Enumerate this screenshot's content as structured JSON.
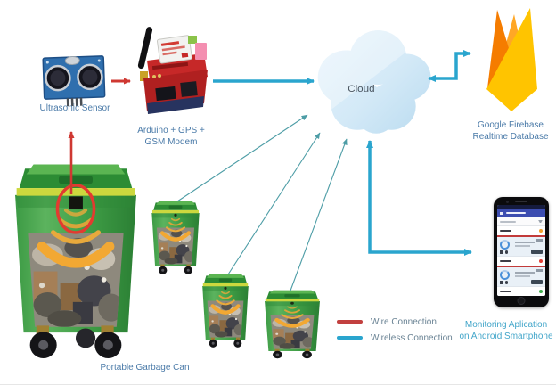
{
  "nodes": {
    "ultrasonic_sensor": {
      "label": "Ultrasonic Sensor"
    },
    "arduino_gsm": {
      "label_line1": "Arduino + GPS +",
      "label_line2": "GSM Modem"
    },
    "cloud": {
      "label": "Cloud"
    },
    "firebase": {
      "label_line1": "Google Firebase",
      "label_line2": "Realtime Database"
    },
    "smartphone_app": {
      "label_line1": "Monitoring Aplication",
      "label_line2": "on Android Smartphone"
    },
    "portable_garbage_can": {
      "label": "Portable Garbage Can"
    },
    "remote_garbage_cans": {
      "count": 3
    }
  },
  "legend": {
    "items": [
      {
        "id": "wire",
        "label": "Wire Connection",
        "color": "#c2403f"
      },
      {
        "id": "wireless",
        "label": "Wireless Connection",
        "color": "#2aa5ce"
      }
    ]
  },
  "connections": [
    {
      "from": "portable_garbage_can",
      "to": "ultrasonic_sensor",
      "type": "wire"
    },
    {
      "from": "ultrasonic_sensor",
      "to": "arduino_gsm",
      "type": "wire"
    },
    {
      "from": "arduino_gsm",
      "to": "cloud",
      "type": "wireless"
    },
    {
      "from": "cloud",
      "to": "firebase",
      "type": "wireless",
      "bidirectional": true
    },
    {
      "from": "cloud",
      "to": "smartphone_app",
      "type": "wireless",
      "bidirectional": true
    },
    {
      "from": "remote_garbage_can_1",
      "to": "cloud",
      "type": "wireless"
    },
    {
      "from": "remote_garbage_can_2",
      "to": "cloud",
      "type": "wireless"
    },
    {
      "from": "remote_garbage_can_3",
      "to": "cloud",
      "type": "wireless"
    }
  ],
  "colors": {
    "wire": "#cf3832",
    "wireless": "#2aa5ce",
    "wireless_thin": "#4d9da6",
    "label_text": "#4a7aa8",
    "cloud_text": "#4a5560",
    "firebase_yellow": "#ffc400",
    "firebase_orange": "#f57c00",
    "firebase_amber": "#ffa726",
    "can_green": "#3f9e46",
    "sensor_wave_orange": "#f2a833",
    "highlight_ellipse_red": "#e23b30"
  }
}
